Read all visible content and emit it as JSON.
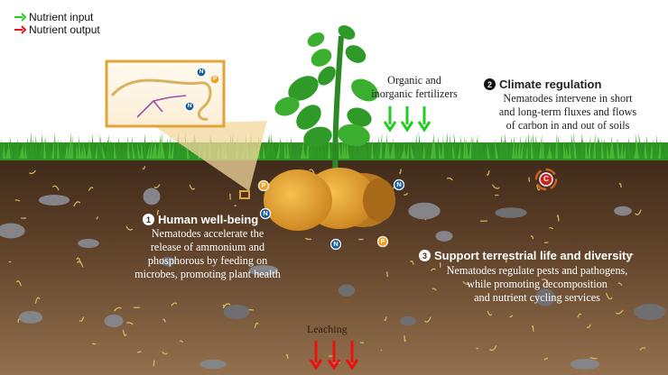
{
  "legend": {
    "input_label": "Nutrient input",
    "output_label": "Nutrient output",
    "input_color": "#22cc22",
    "output_color": "#ee1111"
  },
  "fertilizer": {
    "line1": "Organic and",
    "line2": "inorganic fertilizers"
  },
  "climate": {
    "number": "2",
    "title": "Climate regulation",
    "lines": [
      "Nematodes intervene in short",
      "and long-term fluxes and flows",
      "of carbon in and out of soils"
    ]
  },
  "human": {
    "number": "1",
    "title": "Human well-being",
    "lines": [
      "Nematodes accelerate the",
      "release of ammonium and",
      "phosphorous by feeding on",
      "microbes, promoting plant health"
    ]
  },
  "support": {
    "number": "3",
    "title": "Support terrestrial life and diversity",
    "lines": [
      "Nematodes regulate pests and pathogens,",
      "while promoting decomposition",
      "and nutrient cycling services"
    ]
  },
  "leaching": {
    "label": "Leaching"
  },
  "nutrients": {
    "nitrogen": "N",
    "phosphorus": "P",
    "carbon": "C"
  },
  "colors": {
    "sky": "#ffffff",
    "grass": "#3aa82a",
    "soil_top": "#4a3220",
    "soil_bottom": "#8a6a4a",
    "potato": "#e8a030",
    "nitrogen_badge": "#1a5f9a",
    "phosphorus_badge": "#f0a020",
    "carbon_badge": "#cc2222"
  }
}
